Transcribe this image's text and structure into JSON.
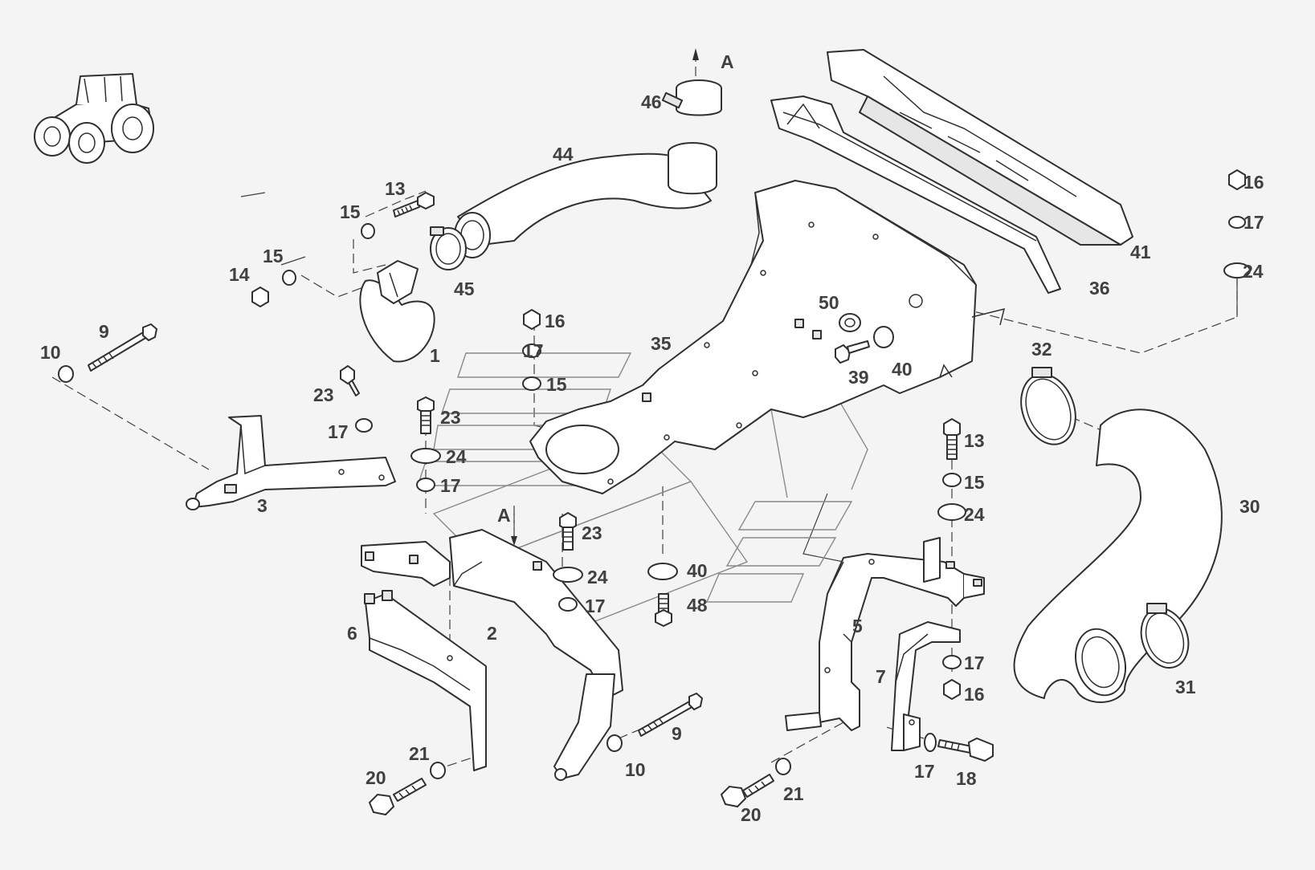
{
  "callouts": [
    {
      "label": "46"
    },
    {
      "label": "A"
    },
    {
      "label": "44"
    },
    {
      "label": "13"
    },
    {
      "label": "15"
    },
    {
      "label": "15"
    },
    {
      "label": "14"
    },
    {
      "label": "45"
    },
    {
      "label": "1"
    },
    {
      "label": "9"
    },
    {
      "label": "10"
    },
    {
      "label": "16"
    },
    {
      "label": "17"
    },
    {
      "label": "15"
    },
    {
      "label": "35"
    },
    {
      "label": "23"
    },
    {
      "label": "17"
    },
    {
      "label": "23"
    },
    {
      "label": "24"
    },
    {
      "label": "17"
    },
    {
      "label": "3"
    },
    {
      "label": "A"
    },
    {
      "label": "23"
    },
    {
      "label": "24"
    },
    {
      "label": "17"
    },
    {
      "label": "40"
    },
    {
      "label": "48"
    },
    {
      "label": "2"
    },
    {
      "label": "6"
    },
    {
      "label": "9"
    },
    {
      "label": "10"
    },
    {
      "label": "21"
    },
    {
      "label": "20"
    },
    {
      "label": "50"
    },
    {
      "label": "39"
    },
    {
      "label": "40"
    },
    {
      "label": "41"
    },
    {
      "label": "36"
    },
    {
      "label": "16"
    },
    {
      "label": "17"
    },
    {
      "label": "24"
    },
    {
      "label": "32"
    },
    {
      "label": "13"
    },
    {
      "label": "15"
    },
    {
      "label": "24"
    },
    {
      "label": "30"
    },
    {
      "label": "5"
    },
    {
      "label": "7"
    },
    {
      "label": "17"
    },
    {
      "label": "16"
    },
    {
      "label": "31"
    },
    {
      "label": "17"
    },
    {
      "label": "18"
    },
    {
      "label": "21"
    },
    {
      "label": "20"
    }
  ],
  "icons": {
    "vehicle": "tractor-icon"
  }
}
